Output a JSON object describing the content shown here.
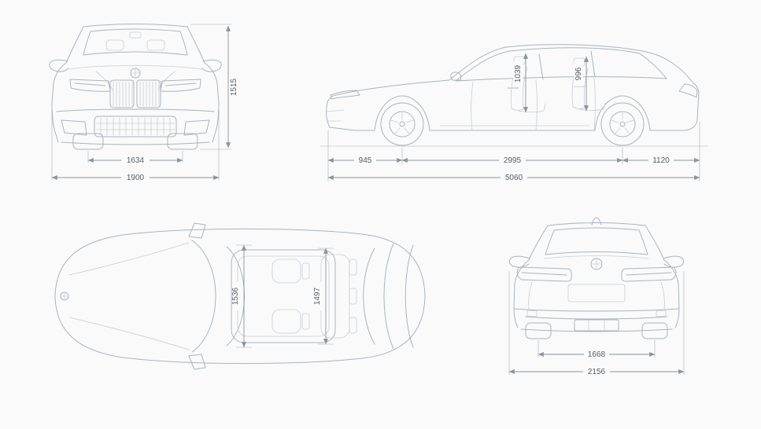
{
  "colors": {
    "page_bg": "#fafafa",
    "car_line": "#a9b4c0",
    "car_line_light": "#c6ced6",
    "dim_line": "#8b949d",
    "dim_text": "#545d66"
  },
  "front_view": {
    "height": "1515",
    "track_width": "1634",
    "overall_width": "1900"
  },
  "side_view": {
    "front_interior_height": "1039",
    "rear_interior_height": "996",
    "front_overhang": "945",
    "wheelbase": "2995",
    "rear_overhang": "1120",
    "overall_length": "5060"
  },
  "top_view": {
    "front_interior_width": "1536",
    "rear_interior_width": "1497"
  },
  "rear_view": {
    "rear_track_width": "1668",
    "overall_width_incl_mirrors": "2156"
  }
}
